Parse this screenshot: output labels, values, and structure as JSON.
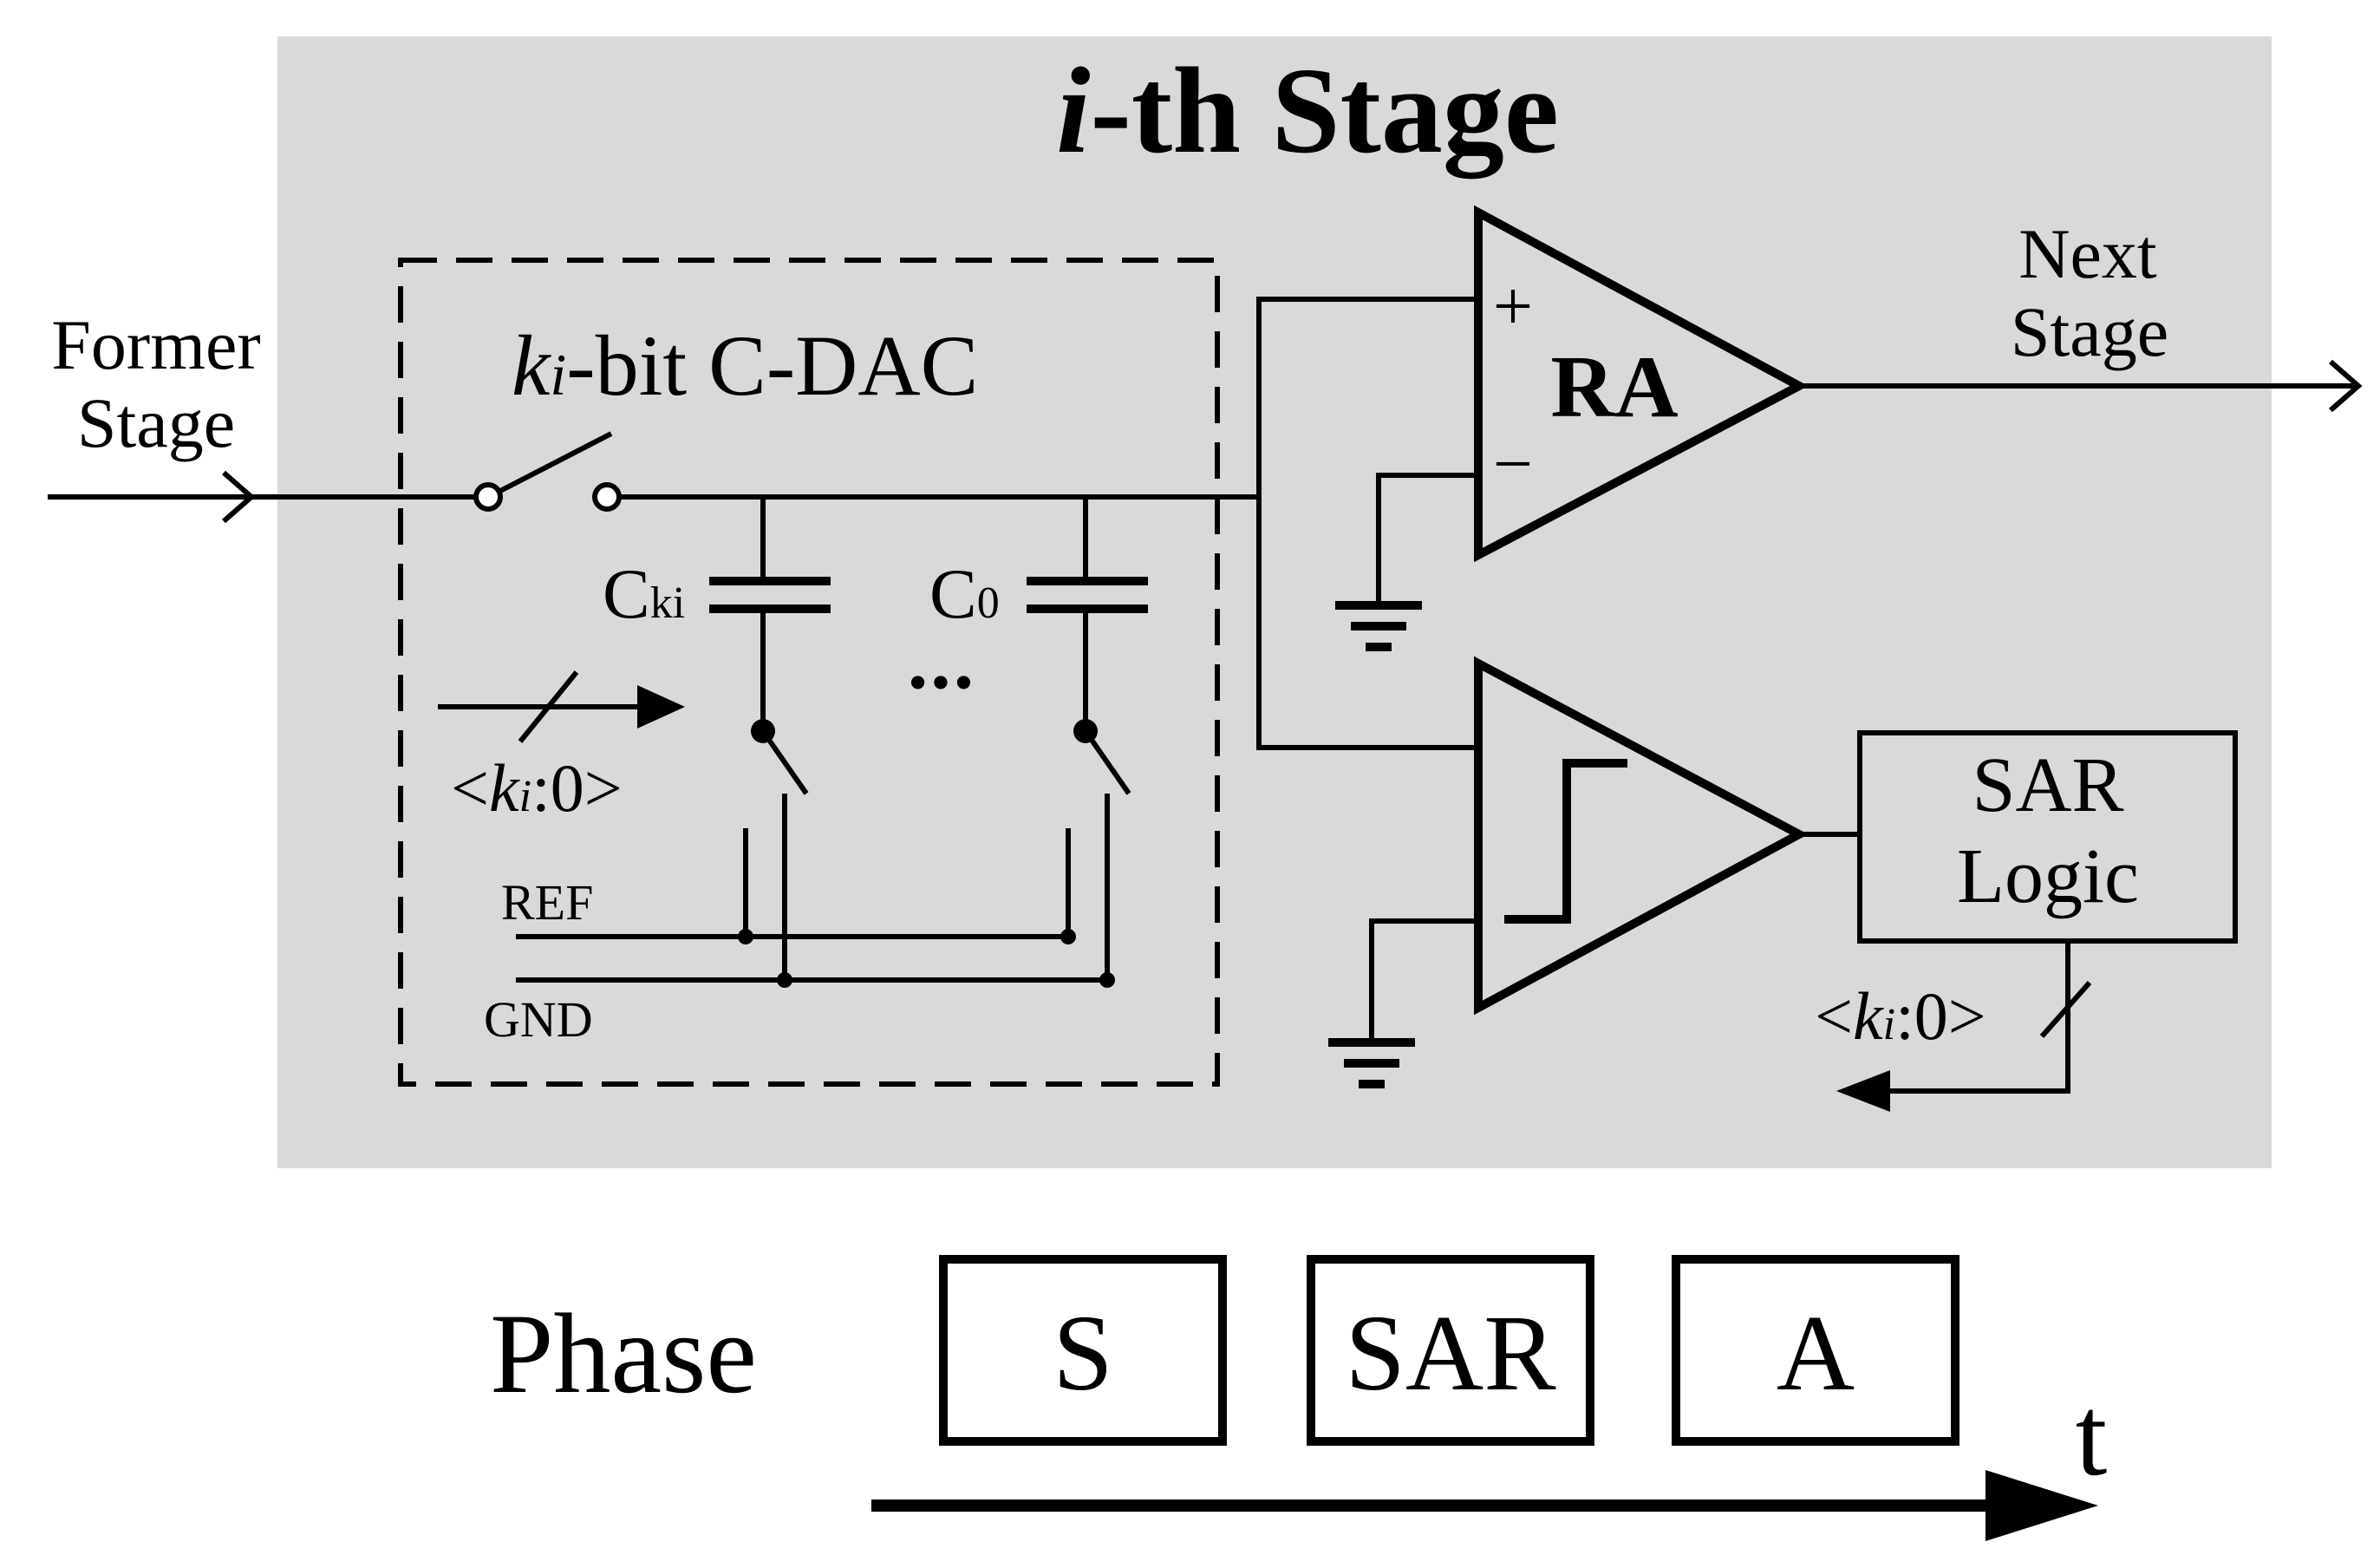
{
  "stage": {
    "title_italic": "i",
    "title_rest": "-th Stage",
    "background": "#d9d9d9"
  },
  "input": {
    "line1": "Former",
    "line2": "Stage"
  },
  "output": {
    "line1": "Next",
    "line2": "Stage"
  },
  "cdac": {
    "label_k": "k",
    "label_i": "i",
    "label_rest": "-bit C-DAC",
    "cap_left_main": "C",
    "cap_left_sub": "ki",
    "cap_right_main": "C",
    "cap_right_sub": "0",
    "ellipsis": "•••",
    "ctrl_open": "<",
    "ctrl_k": "k",
    "ctrl_i": "i",
    "ctrl_close": ":0>",
    "ref_label": "REF",
    "gnd_label": "GND"
  },
  "amplifier": {
    "label": "RA",
    "plus": "+",
    "minus": "−"
  },
  "sar": {
    "line1": "SAR",
    "line2": "Logic",
    "bus_open": "<",
    "bus_k": "k",
    "bus_i": "i",
    "bus_close": ":0>"
  },
  "phase": {
    "label": "Phase",
    "boxes": [
      "S",
      "SAR",
      "A"
    ],
    "time_label": "t"
  }
}
